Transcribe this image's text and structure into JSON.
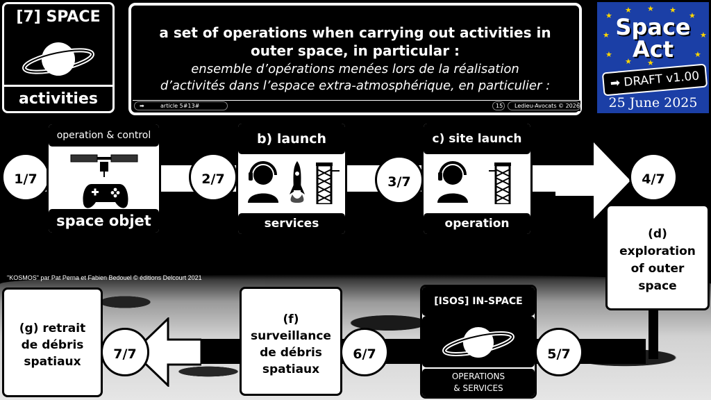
{
  "top_left": {
    "title": "[7] SPACE",
    "footer": "activities"
  },
  "header": {
    "en_line1": "a set of operations when carrying out activities in",
    "en_line2": "outer space, in particular :",
    "fr_line1": "ensemble d’opérations menées lors de la réalisation",
    "fr_line2": "d’activités dans l’espace extra-atmosphérique, en particulier :",
    "article": "article 5#13#",
    "page": "15",
    "copyright": "Ledieu-Avocats  ©  2026"
  },
  "eu_badge": {
    "line1": "Space",
    "line2": "Act",
    "draft": "DRAFT v1.00",
    "date": "25 June 2025"
  },
  "steps": {
    "s1": "1/7",
    "s2": "2/7",
    "s3": "3/7",
    "s4": "4/7",
    "s5": "5/7",
    "s6": "6/7",
    "s7": "7/7"
  },
  "card_a": {
    "header": "operation & control",
    "footer": "space objet"
  },
  "card_b": {
    "header": "b) launch",
    "footer": "services"
  },
  "card_c": {
    "header": "c) site launch",
    "footer": "operation"
  },
  "card_d": {
    "line1": "(d)",
    "line2": "exploration",
    "line3": "of outer",
    "line4": "space"
  },
  "card_e": {
    "header": "[ISOS] IN-SPACE",
    "footer1": "OPERATIONS",
    "footer2": "& SERVICES"
  },
  "card_f": {
    "line1": "(f)",
    "line2": "surveillance",
    "line3": "de débris",
    "line4": "spatiaux"
  },
  "card_g": {
    "line1": "(g) retrait",
    "line2": "de débris",
    "line3": "spatiaux"
  },
  "credit": "\"KOSMOS\" par Pat Perna et Fabien Bedouel © éditions Delcourt 2021",
  "icons": [
    "planet-icon",
    "satellite-icon",
    "gamepad-icon",
    "headset-operator-icon",
    "rocket-icon",
    "launch-tower-icon",
    "arrow-icon"
  ],
  "colors": {
    "eu_blue": "#1b3fa6",
    "eu_star": "#ffd700"
  }
}
